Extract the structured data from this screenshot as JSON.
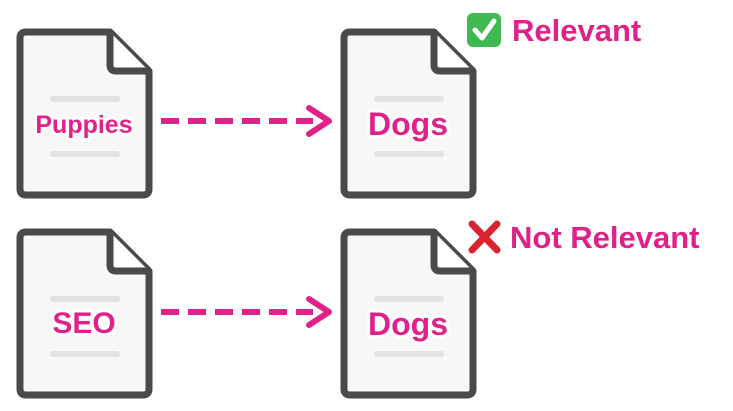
{
  "colors": {
    "accent": "#e0218a",
    "doc_outline": "#4a4a4c",
    "doc_fill": "#f7f7f8",
    "doc_line": "#e2e2e4",
    "check_green": "#3fb950",
    "cross_red": "#d9232e"
  },
  "rows": [
    {
      "source": {
        "label": "Puppies",
        "icon": "document-icon"
      },
      "target": {
        "label": "Dogs",
        "icon": "document-icon"
      },
      "connector": "dashed-arrow-icon",
      "verdict": {
        "icon": "check-mark-icon",
        "text": "Relevant"
      }
    },
    {
      "source": {
        "label": "SEO",
        "icon": "document-icon"
      },
      "target": {
        "label": "Dogs",
        "icon": "document-icon"
      },
      "connector": "dashed-arrow-icon",
      "verdict": {
        "icon": "cross-mark-icon",
        "text": "Not Relevant"
      }
    }
  ]
}
